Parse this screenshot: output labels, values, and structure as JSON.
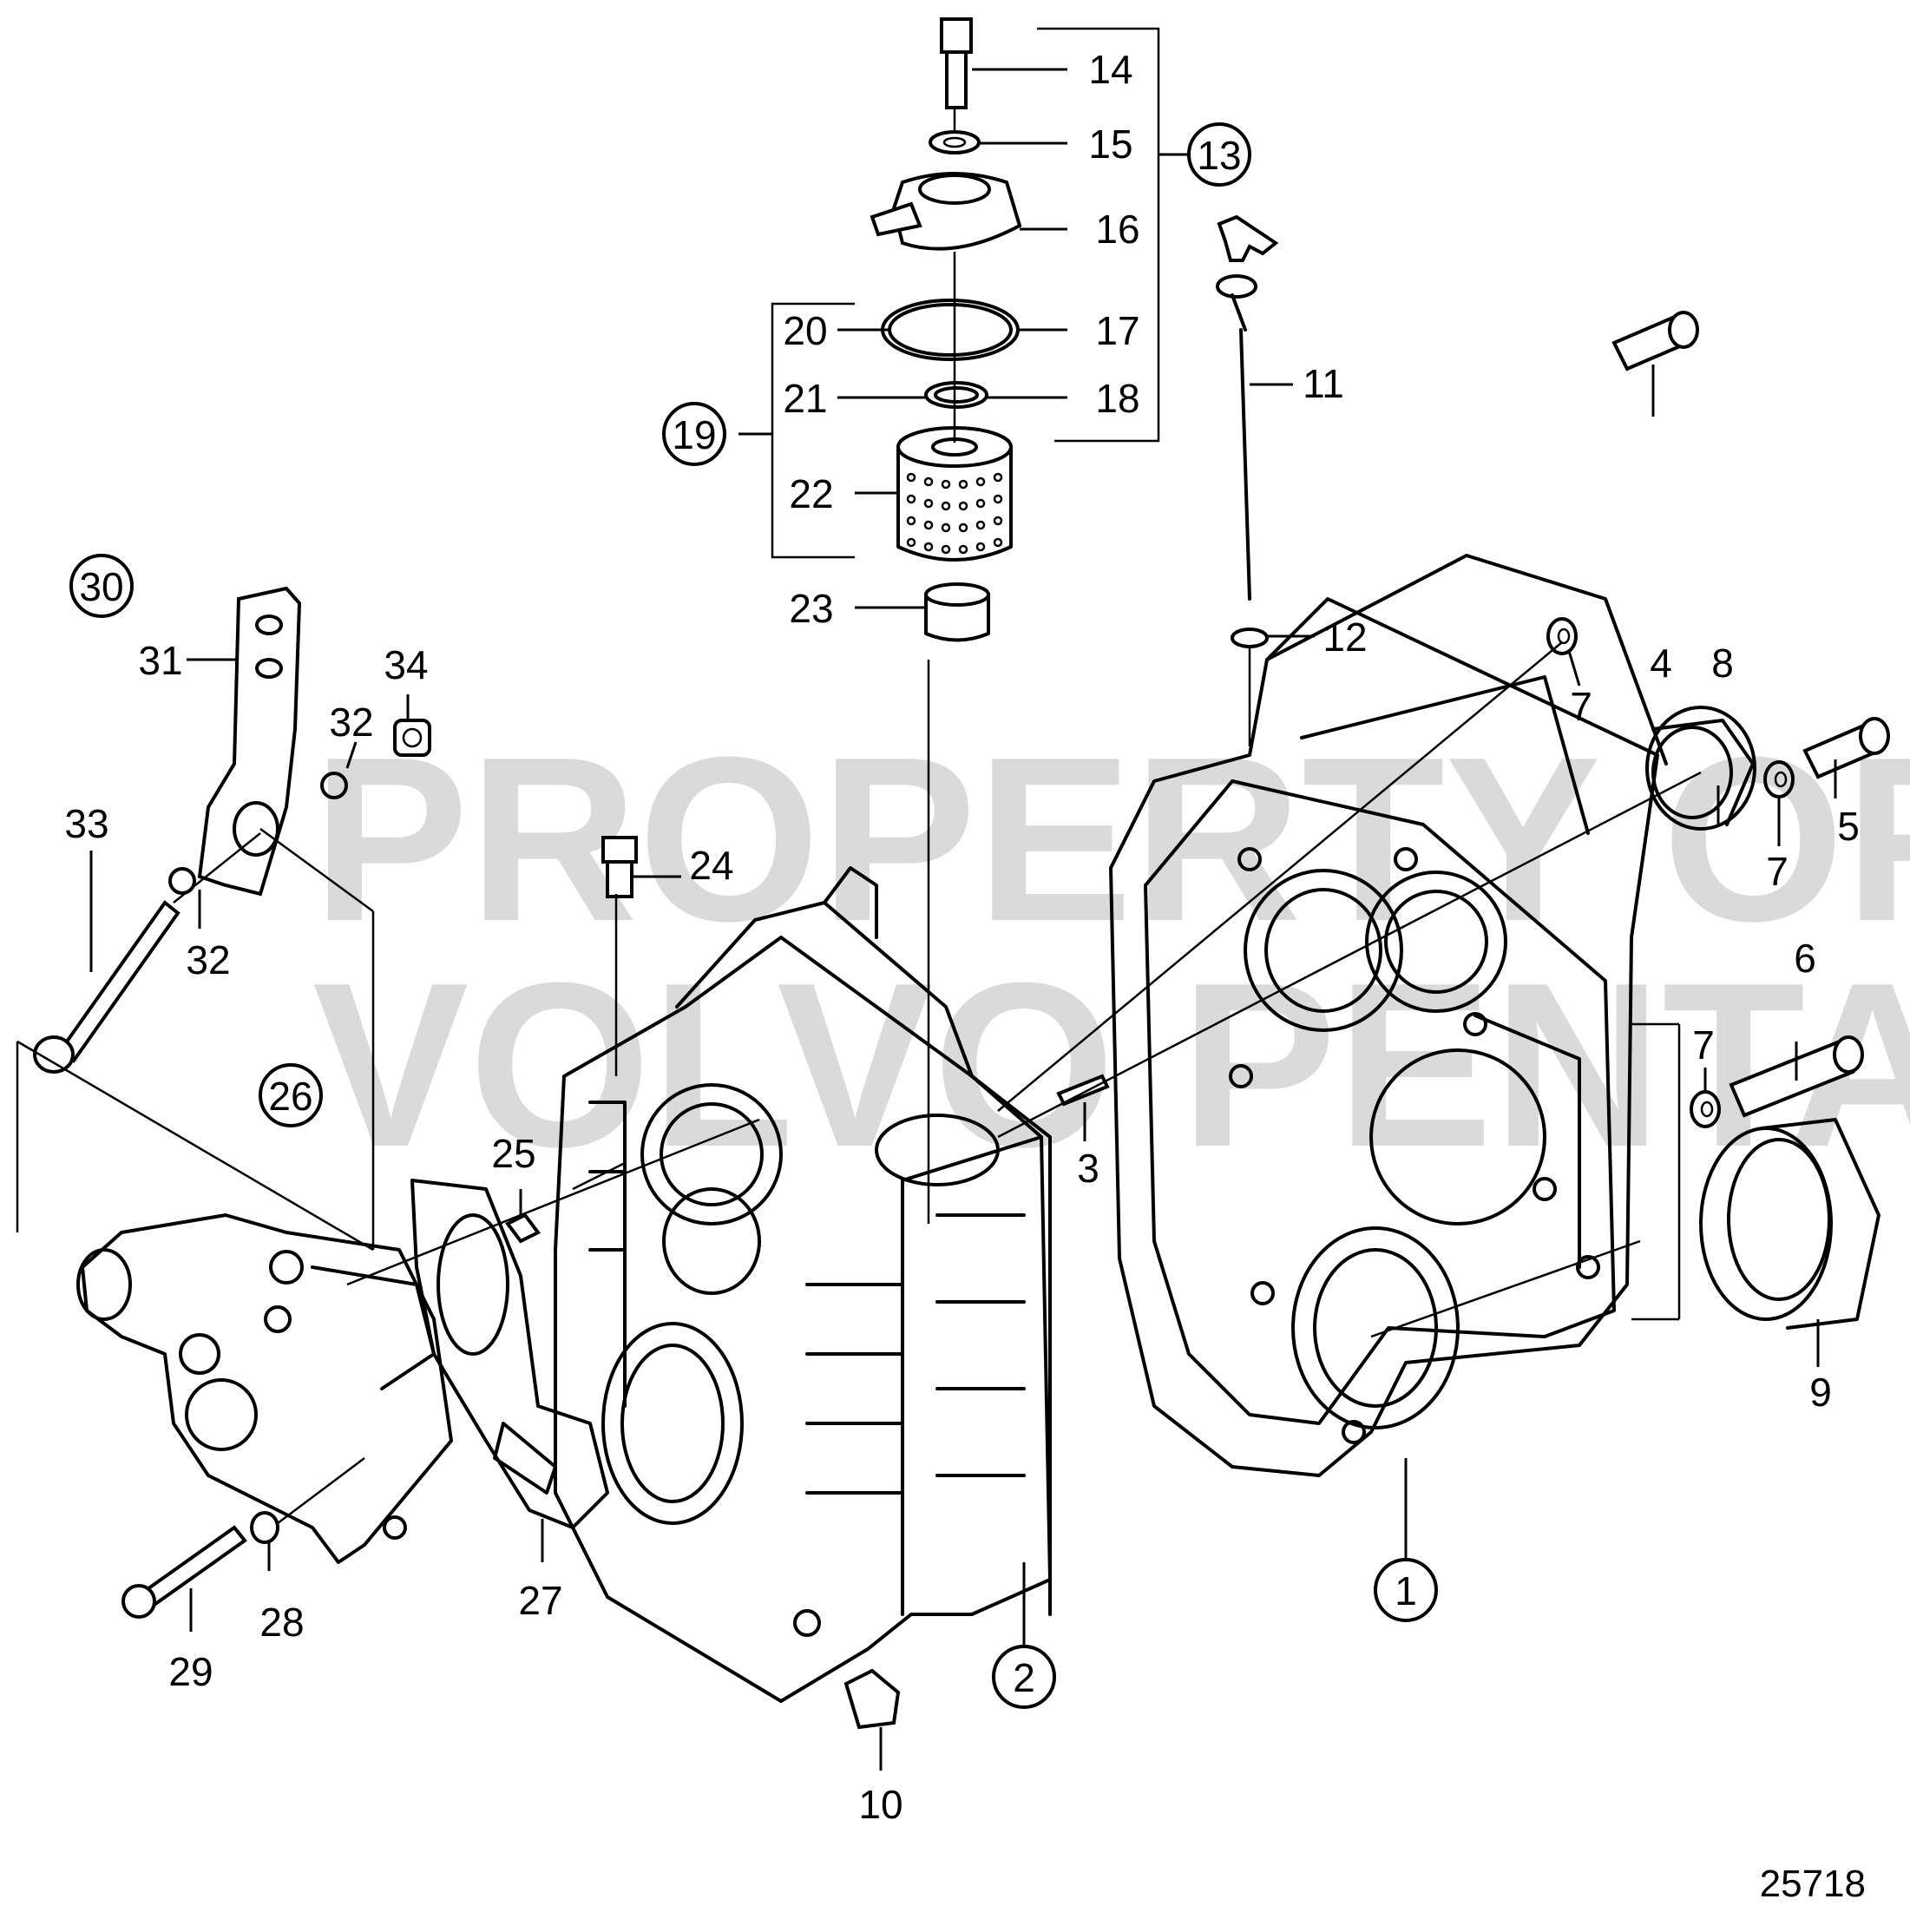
{
  "watermark": {
    "line1": "PROPERTY OF",
    "line2": "VOLVO PENTA"
  },
  "drawing_number": "25718",
  "callouts": {
    "c1": "1",
    "c2": "2",
    "c3": "3",
    "c4": "4",
    "c5": "5",
    "c6": "6",
    "c7a": "7",
    "c7b": "7",
    "c7c": "7",
    "c8": "8",
    "c9": "9",
    "c10": "10",
    "c11": "11",
    "c12": "12",
    "c13": "13",
    "c14": "14",
    "c15": "15",
    "c16": "16",
    "c17": "17",
    "c18": "18",
    "c19": "19",
    "c20": "20",
    "c21": "21",
    "c22": "22",
    "c23": "23",
    "c24": "24",
    "c25": "25",
    "c26": "26",
    "c27": "27",
    "c28": "28",
    "c29": "29",
    "c30": "30",
    "c31": "31",
    "c32a": "32",
    "c32b": "32",
    "c33": "33",
    "c34": "34"
  }
}
